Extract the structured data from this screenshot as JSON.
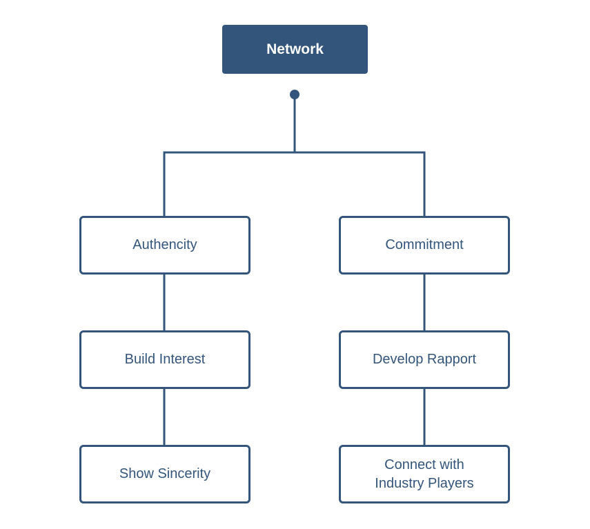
{
  "diagram": {
    "root": {
      "label": "Network"
    },
    "left_branch": [
      {
        "label": "Authencity"
      },
      {
        "label": "Build Interest"
      },
      {
        "label": "Show Sincerity"
      }
    ],
    "right_branch": [
      {
        "label": "Commitment"
      },
      {
        "label": "Develop Rapport"
      },
      {
        "label": "Connect with\nIndustry Players"
      }
    ],
    "colors": {
      "accent": "#34557b",
      "background": "#ffffff"
    }
  }
}
